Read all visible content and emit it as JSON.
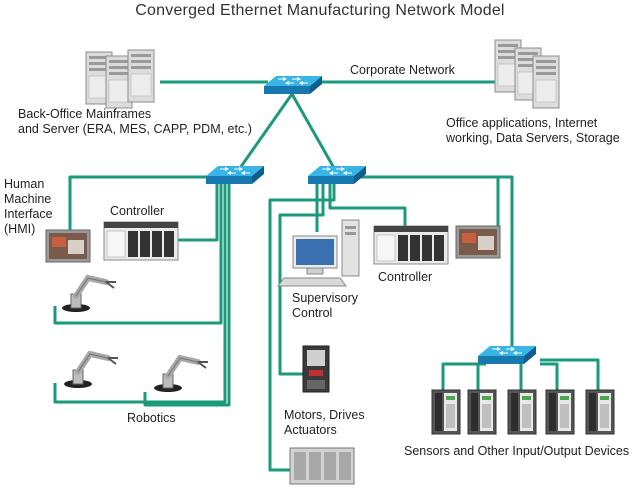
{
  "title": "Converged Ethernet Manufacturing Network Model",
  "labels": {
    "corporate_network": "Corporate Network",
    "back_office": "Back-Office Mainframes\nand Server (ERA, MES, CAPP, PDM, etc.)",
    "office_apps": "Office applications, Internet\nworking, Data Servers, Storage",
    "hmi": "Human\nMachine\nInterface\n(HMI)",
    "controller_left": "Controller",
    "controller_right": "Controller",
    "supervisory": "Supervisory\nControl",
    "robotics": "Robotics",
    "motors": "Motors, Drives\nActuators",
    "sensors": "Sensors and Other Input/Output Devices"
  },
  "colors": {
    "link": "#1a9a7a",
    "switch_top": "#38b4e6",
    "switch_side": "#1679b0",
    "server": "#d6d6d6"
  },
  "icons": [
    "network-switch-icon",
    "server-rack-icon",
    "hmi-panel-icon",
    "controller-plc-icon",
    "robot-arm-icon",
    "workstation-icon",
    "motor-drive-icon",
    "io-module-icon"
  ]
}
